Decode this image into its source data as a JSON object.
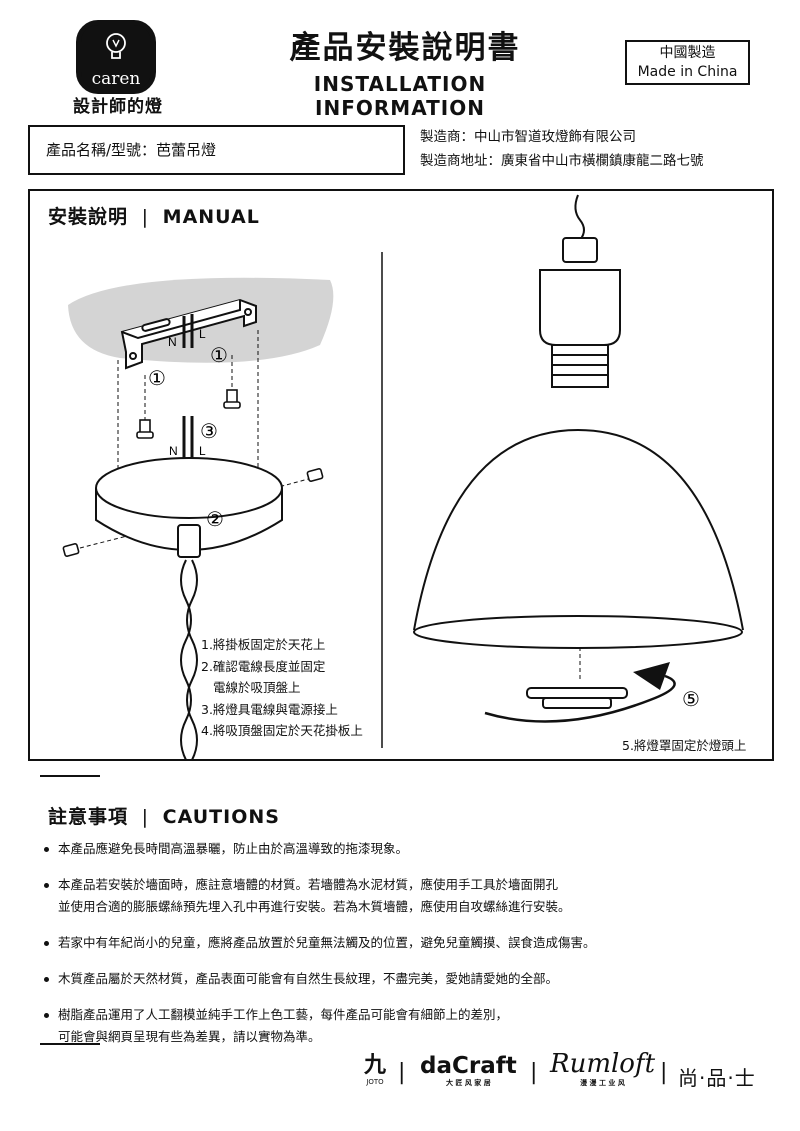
{
  "brand": {
    "logo_word": "caren",
    "name": "設計師的燈"
  },
  "header": {
    "title_cn": "產品安裝說明書",
    "title_en": "INSTALLATION INFORMATION",
    "origin_cn": "中國製造",
    "origin_en": "Made in China"
  },
  "product": {
    "name_label": "產品名稱/型號：芭蕾吊燈",
    "manufacturer": "製造商：中山市智道玫燈飾有限公司",
    "address": "製造商地址：廣東省中山市橫欄鎮康龍二路七號"
  },
  "manual": {
    "title_cn": "安裝說明",
    "title_en": "MANUAL",
    "labels": {
      "n": "N",
      "l": "L",
      "c1": "①",
      "c2": "②",
      "c3": "③",
      "c5": "⑤"
    },
    "steps": [
      "1.將掛板固定於天花上",
      "2.確認電線長度並固定",
      "電線於吸頂盤上",
      "3.將燈具電線與電源接上",
      "4.將吸頂盤固定於天花掛板上"
    ],
    "step5": "5.將燈罩固定於燈頭上"
  },
  "cautions": {
    "title_cn": "註意事項",
    "title_en": "CAUTIONS",
    "items": [
      [
        "本產品應避免長時間高溫暴曬，防止由於高溫導致的拖漆現象。"
      ],
      [
        "本產品若安裝於墻面時，應註意墻體的材質。若墻體為水泥材質，應使用手工具於墻面開孔",
        "並使用合適的膨脹螺絲預先埋入孔中再進行安裝。若為木質墻體，應使用自攻螺絲進行安裝。"
      ],
      [
        "若家中有年紀尚小的兒童，應將產品放置於兒童無法觸及的位置，避免兒童觸摸、誤食造成傷害。"
      ],
      [
        "木質產品屬於天然材質，產品表面可能會有自然生長紋理，不盡完美，愛她請愛她的全部。"
      ],
      [
        "樹脂產品運用了人工翻模並純手工作上色工藝，每件產品可能會有細節上的差別，",
        "可能會與網頁呈現有些為差異，請以實物為準。"
      ]
    ]
  },
  "footer_brands": {
    "joto": "JOTO",
    "dacraft": "daCraft",
    "dacraft_sub": "大 匠 风 家 居",
    "rumloft": "Rumloft",
    "rumloft_sub": "漫 漫 工 业 风",
    "shangpinshi": "尚·品·士"
  }
}
